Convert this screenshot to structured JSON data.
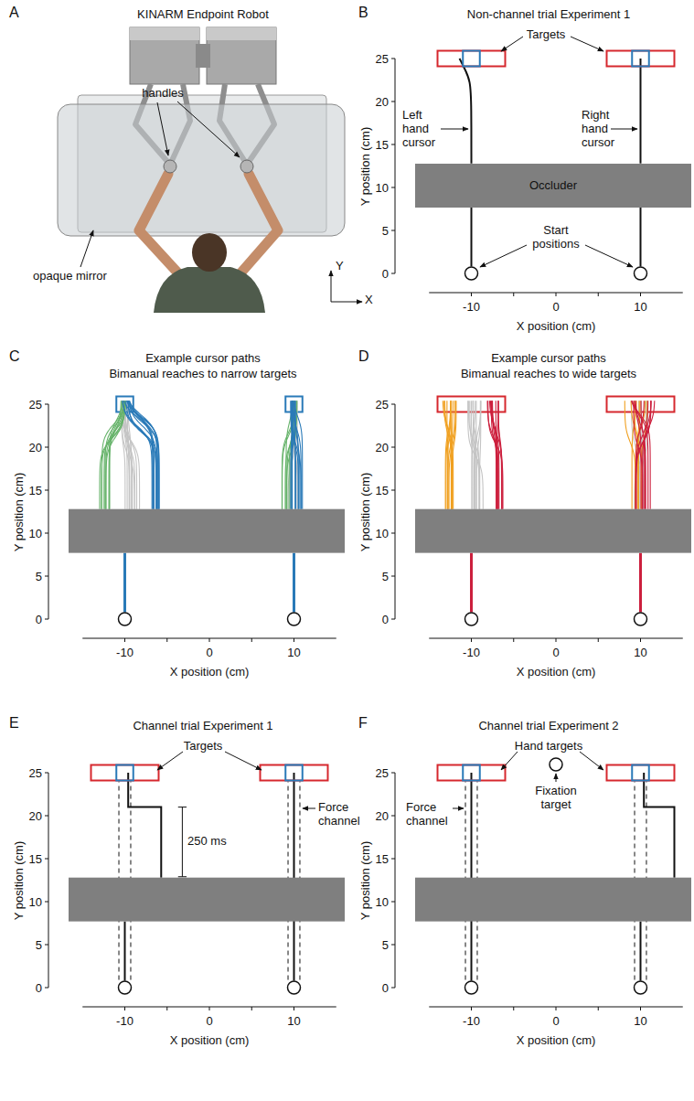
{
  "diagram": {
    "nodes": [
      {
        "text": [
          "Occluder"
        ]
      }
    ],
    "labels": [
      "A",
      "B",
      "C",
      "D",
      "E",
      "F",
      "KINARM Endpoint Robot",
      "handles",
      "opaque mirror",
      "Y",
      "X",
      "Non-channel trial Experiment 1",
      "Targets",
      "Left hand cursor",
      "Right hand cursor",
      "Start positions",
      "Example cursor paths",
      "Bimanual reaches to narrow targets",
      "Example cursor paths",
      "Bimanual reaches to wide targets",
      "Channel trial Experiment 1",
      "Targets",
      "250 ms",
      "Force channel",
      "Channel trial Experiment 2",
      "Hand targets",
      "Fixation target",
      "Force channel",
      "0",
      "5",
      "10",
      "15",
      "20",
      "25",
      "-10",
      "0",
      "10",
      "Y position (cm)",
      "X position (cm)",
      "0",
      "5",
      "10",
      "15",
      "20",
      "25",
      "-10",
      "0",
      "10",
      "Y position (cm)",
      "X position (cm)",
      "0",
      "5",
      "10",
      "15",
      "20",
      "25",
      "-10",
      "0",
      "10",
      "Y position (cm)",
      "X position (cm)",
      "0",
      "5",
      "10",
      "15",
      "20",
      "25",
      "-10",
      "0",
      "10",
      "Y position (cm)",
      "X position (cm)",
      "0",
      "5",
      "10",
      "15",
      "20",
      "25",
      "-10",
      "0",
      "10",
      "Y position (cm)",
      "X position (cm)"
    ]
  }
}
